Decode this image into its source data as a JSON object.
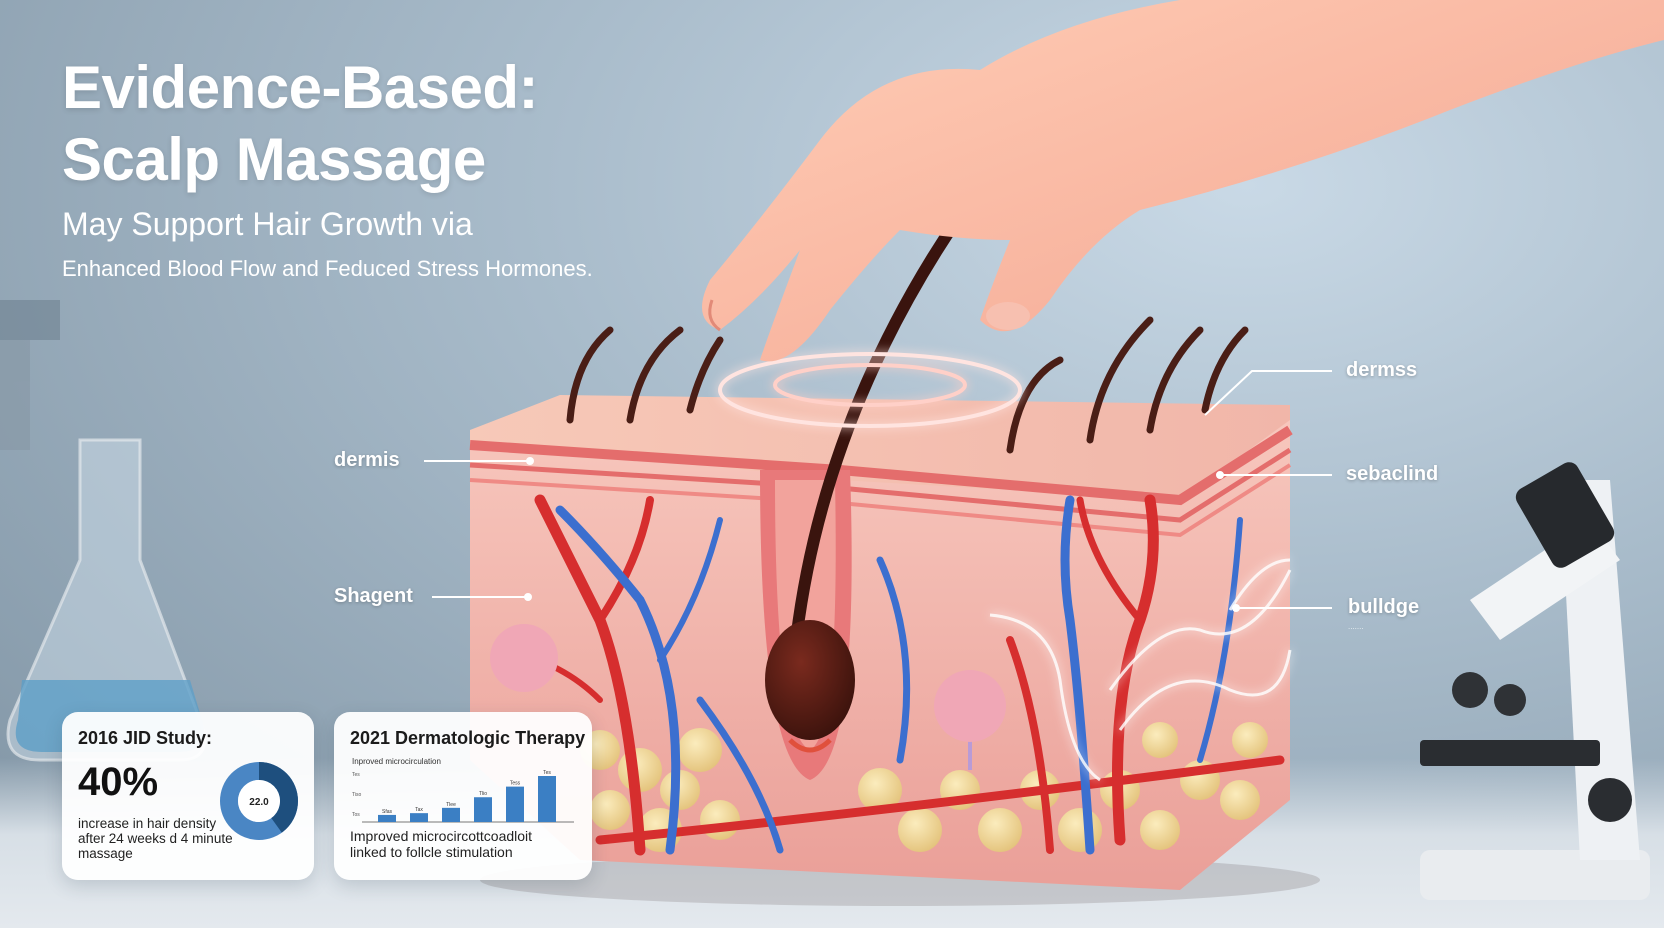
{
  "header": {
    "title_line1": "Evidence-Based:",
    "title_line2": "Scalp Massage",
    "subtitle_line1": "May Support Hair Growth via",
    "subtitle_line2": "Enhanced Blood Flow and Feduced Stress Hormones."
  },
  "labels": {
    "left_top": "dermis",
    "left_bottom": "Shagent",
    "right_top": "dermss",
    "right_middle": "sebaclind",
    "right_bottom": "bulldge",
    "right_bottom_small": "......."
  },
  "study_card": {
    "title": "2016 JID Study:",
    "stat": "40%",
    "description": "increase in hair density after 24 weeks d 4 minute massage",
    "donut_label": "22.0",
    "donut_fraction": 0.4
  },
  "therapy_card": {
    "title": "2021 Dermatologic Therapy",
    "chart_heading": "Inproved microcirculation",
    "caption": "Improved microcircottcoadloit linked to follcle stimulation",
    "chart_data": {
      "type": "bar",
      "values": [
        2,
        2.5,
        4,
        7,
        10,
        13
      ],
      "bar_labels": [
        "Sfas",
        "Tax",
        "Tlee",
        "Tlio",
        "Tess",
        "Tes"
      ],
      "yticks": [
        "Tes",
        "Tiso",
        "Tos"
      ]
    }
  },
  "colors": {
    "accent_blue": "#3b7fc4",
    "dark_blue": "#1e4f7e",
    "artery_red": "#d62e2e",
    "vein_blue": "#3c6fcf",
    "skin": "#f3b7ae"
  }
}
